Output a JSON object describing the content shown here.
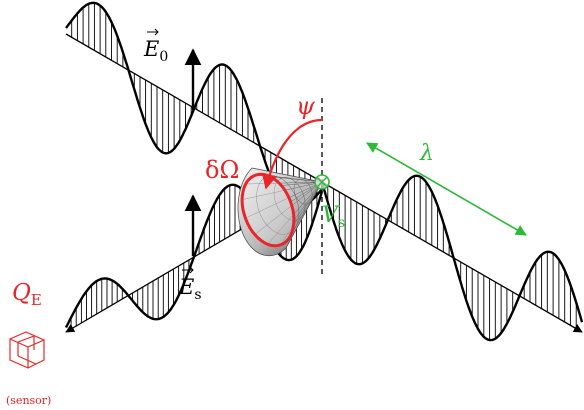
{
  "labels": {
    "e0": {
      "text": "E",
      "sub": "0"
    },
    "es": {
      "text": "E",
      "sub": "s"
    },
    "psi": "ψ",
    "domega": "δΩ",
    "lambda": "λ",
    "vs": {
      "text": "V",
      "sub": "s"
    },
    "qe": {
      "text": "Q",
      "sub": "E"
    },
    "sensor": "(sensor)"
  },
  "colors": {
    "ink": "#000000",
    "red": "#e8262a",
    "green": "#2db93a",
    "cone_light": "#f2f2f2",
    "cone_dark": "#5a5a5a"
  },
  "icons": {
    "sensor": "cube-sensor-icon",
    "scatter_point": "circle-cross-icon"
  }
}
